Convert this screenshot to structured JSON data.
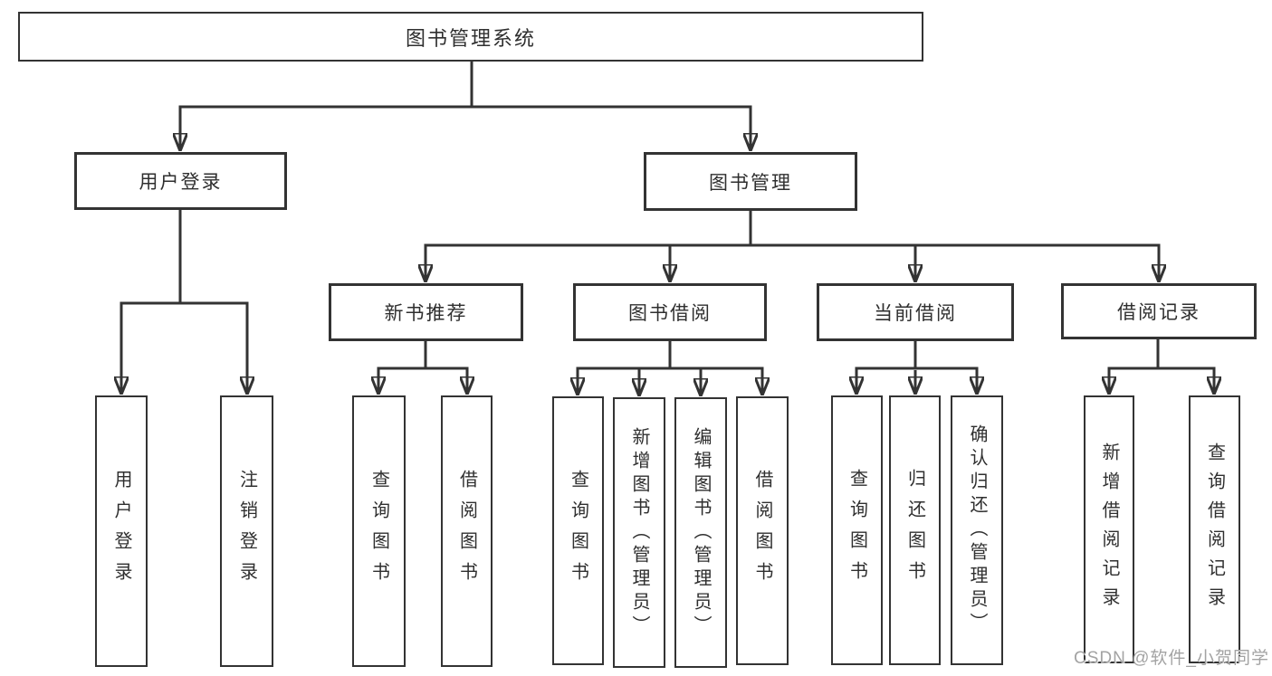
{
  "colors": {
    "line": "#333333",
    "text": "#2f2f2f",
    "watermark": "#a3a3a3",
    "background": "#ffffff"
  },
  "diagram": {
    "type": "hierarchy-tree",
    "root": {
      "label": "图书管理系统"
    },
    "level2": [
      {
        "id": "user-login",
        "label": "用户登录",
        "parent": "root"
      },
      {
        "id": "book-management",
        "label": "图书管理",
        "parent": "root"
      }
    ],
    "level3": [
      {
        "id": "new-book",
        "label": "新书推荐",
        "parent": "book-management"
      },
      {
        "id": "book-borrow",
        "label": "图书借阅",
        "parent": "book-management"
      },
      {
        "id": "current-borrow",
        "label": "当前借阅",
        "parent": "book-management"
      },
      {
        "id": "borrow-records",
        "label": "借阅记录",
        "parent": "book-management"
      }
    ],
    "leaves": {
      "user_login": [
        "用户登录",
        "注销登录"
      ],
      "new_book": [
        "查询图书",
        "借阅图书"
      ],
      "book_borrow": [
        "查询图书",
        "新增图书（管理员）",
        "编辑图书（管理员）",
        "借阅图书"
      ],
      "current_borrow": [
        "查询图书",
        "归还图书",
        "确认归还（管理员）"
      ],
      "borrow_records": [
        "新增借阅记录",
        "查询借阅记录"
      ]
    }
  },
  "watermark": {
    "text": "CSDN @软件_小贺同学"
  }
}
